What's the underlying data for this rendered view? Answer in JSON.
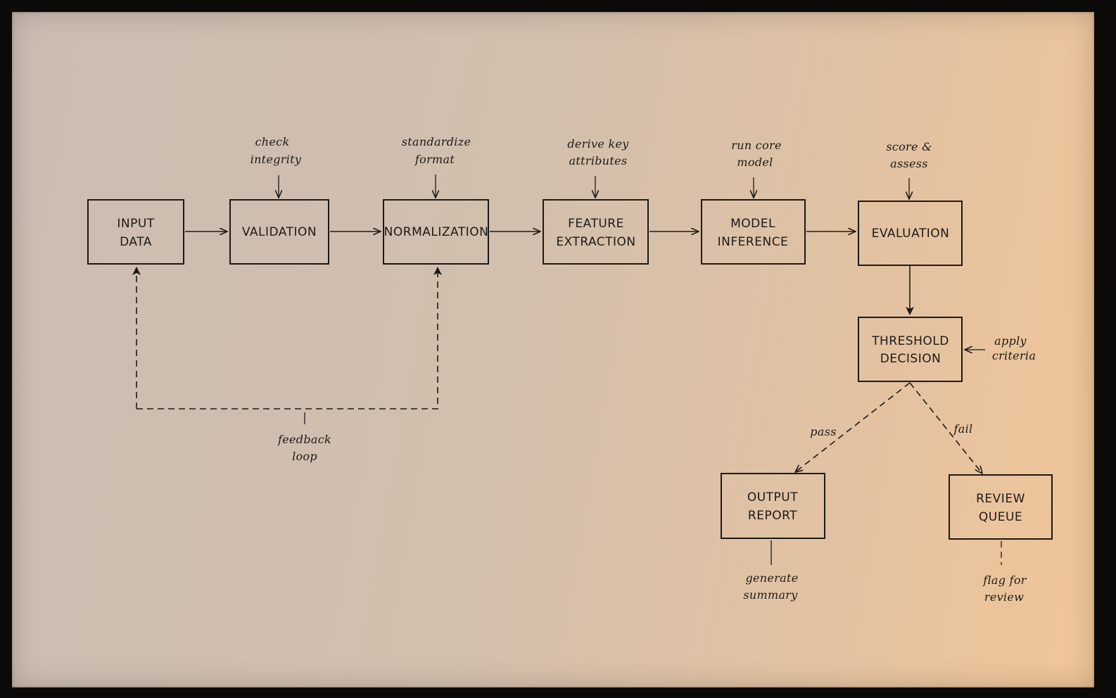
{
  "colors": {
    "ink": "#1c1a18",
    "paper": "#d2bfae",
    "background": "#0b0a09"
  },
  "nodes": {
    "input_data": [
      "INPUT",
      "DATA"
    ],
    "validation": [
      "VALIDATION"
    ],
    "normalization": [
      "NORMALIZATION"
    ],
    "feature_extraction": [
      "FEATURE",
      "EXTRACTION"
    ],
    "model_inference": [
      "MODEL",
      "INFERENCE"
    ],
    "evaluation": [
      "EVALUATION"
    ],
    "threshold_decision": [
      "THRESHOLD",
      "DECISION"
    ],
    "output_report": [
      "OUTPUT",
      "REPORT"
    ],
    "review_queue": [
      "REVIEW",
      "QUEUE"
    ]
  },
  "annotations": {
    "validation": [
      "check",
      "integrity"
    ],
    "normalization": [
      "standardize",
      "format"
    ],
    "feature_extraction": [
      "derive key",
      "attributes"
    ],
    "model_inference": [
      "run core",
      "model"
    ],
    "evaluation": [
      "score &",
      "assess"
    ],
    "threshold_decision": [
      "apply",
      "criteria"
    ],
    "output_report": [
      "generate",
      "summary"
    ],
    "review_queue": [
      "flag for",
      "review"
    ],
    "feedback": [
      "feedback",
      "loop"
    ]
  },
  "edge_labels": {
    "pass": "pass",
    "fail": "fail"
  }
}
